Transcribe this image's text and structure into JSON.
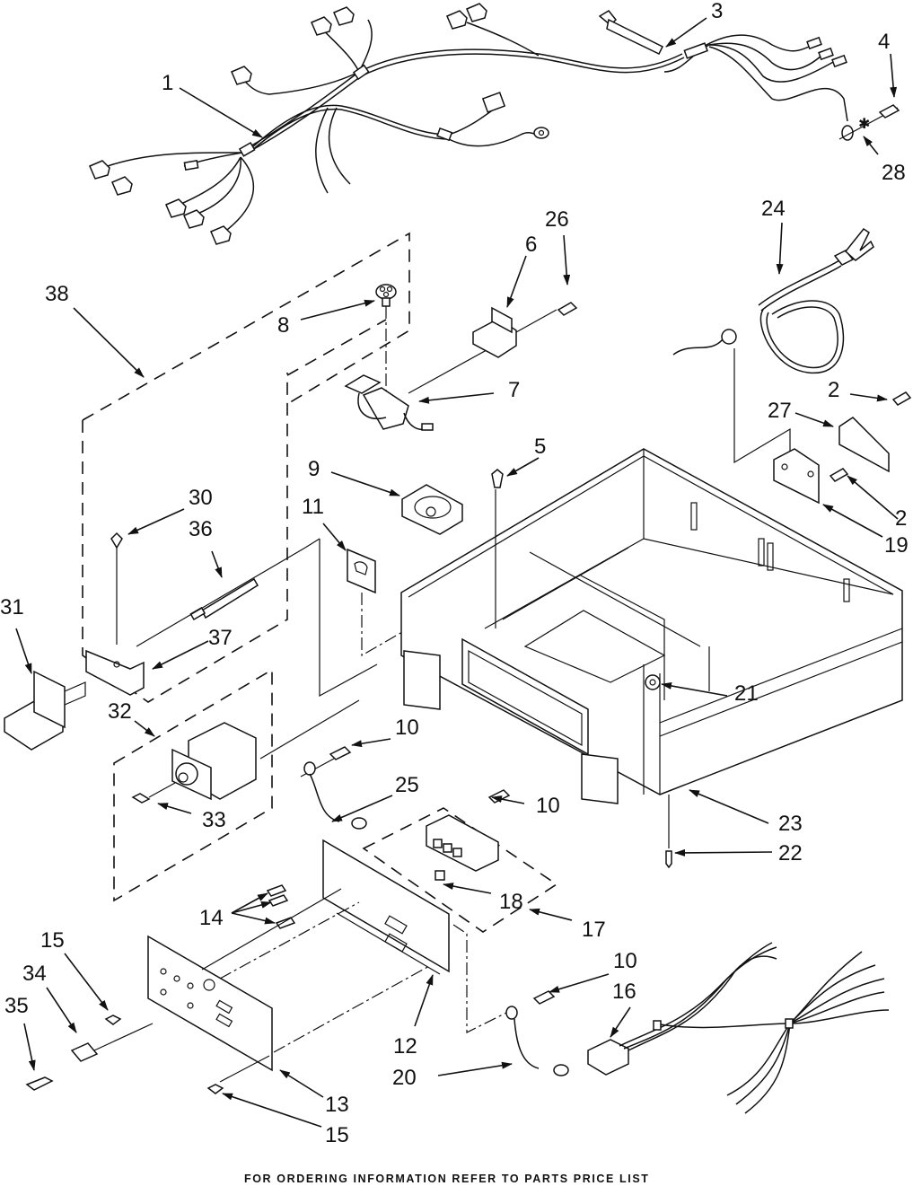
{
  "diagram": {
    "type": "exploded-parts-diagram",
    "footer_text": "FOR ORDERING INFORMATION REFER TO PARTS PRICE LIST",
    "callouts": [
      {
        "id": "c1",
        "label": "1",
        "target": "main wire harness"
      },
      {
        "id": "c2a",
        "label": "2",
        "target": "screw (upper)"
      },
      {
        "id": "c2b",
        "label": "2",
        "target": "screw (lower)"
      },
      {
        "id": "c3",
        "label": "3",
        "target": "cable tie"
      },
      {
        "id": "c4",
        "label": "4",
        "target": "ground screw"
      },
      {
        "id": "c5",
        "label": "5",
        "target": "screw"
      },
      {
        "id": "c6",
        "label": "6",
        "target": "bracket"
      },
      {
        "id": "c7",
        "label": "7",
        "target": "switch assembly"
      },
      {
        "id": "c8",
        "label": "8",
        "target": "knob/switch cap"
      },
      {
        "id": "c9",
        "label": "9",
        "target": "coin cup"
      },
      {
        "id": "c10a",
        "label": "10",
        "target": "screw (upper)"
      },
      {
        "id": "c10b",
        "label": "10",
        "target": "screw (middle)"
      },
      {
        "id": "c10c",
        "label": "10",
        "target": "screw (lower)"
      },
      {
        "id": "c11",
        "label": "11",
        "target": "plate"
      },
      {
        "id": "c12",
        "label": "12",
        "target": "control panel (rear)"
      },
      {
        "id": "c13",
        "label": "13",
        "target": "control panel (front)"
      },
      {
        "id": "c14",
        "label": "14",
        "target": "spacers"
      },
      {
        "id": "c15a",
        "label": "15",
        "target": "rivet (upper)"
      },
      {
        "id": "c15b",
        "label": "15",
        "target": "rivet (lower)"
      },
      {
        "id": "c16",
        "label": "16",
        "target": "wire harness"
      },
      {
        "id": "c17",
        "label": "17",
        "target": "switch assembly"
      },
      {
        "id": "c18",
        "label": "18",
        "target": "button"
      },
      {
        "id": "c19",
        "label": "19",
        "target": "bracket"
      },
      {
        "id": "c20",
        "label": "20",
        "target": "ground wire"
      },
      {
        "id": "c21",
        "label": "21",
        "target": "nut"
      },
      {
        "id": "c22",
        "label": "22",
        "target": "screw"
      },
      {
        "id": "c23",
        "label": "23",
        "target": "base cabinet"
      },
      {
        "id": "c24",
        "label": "24",
        "target": "power cord"
      },
      {
        "id": "c25",
        "label": "25",
        "target": "ground wire"
      },
      {
        "id": "c26",
        "label": "26",
        "target": "screw"
      },
      {
        "id": "c27",
        "label": "27",
        "target": "cover plate"
      },
      {
        "id": "c28",
        "label": "28",
        "target": "star washer"
      },
      {
        "id": "c30",
        "label": "30",
        "target": "screw"
      },
      {
        "id": "c31",
        "label": "31",
        "target": "coin slide"
      },
      {
        "id": "c32",
        "label": "32",
        "target": "coin box assembly"
      },
      {
        "id": "c33",
        "label": "33",
        "target": "lock cam"
      },
      {
        "id": "c34",
        "label": "34",
        "target": "lock"
      },
      {
        "id": "c35",
        "label": "35",
        "target": "key"
      },
      {
        "id": "c36",
        "label": "36",
        "target": "rod"
      },
      {
        "id": "c37",
        "label": "37",
        "target": "bracket"
      },
      {
        "id": "c38",
        "label": "38",
        "target": "coin mechanism assembly"
      }
    ]
  }
}
